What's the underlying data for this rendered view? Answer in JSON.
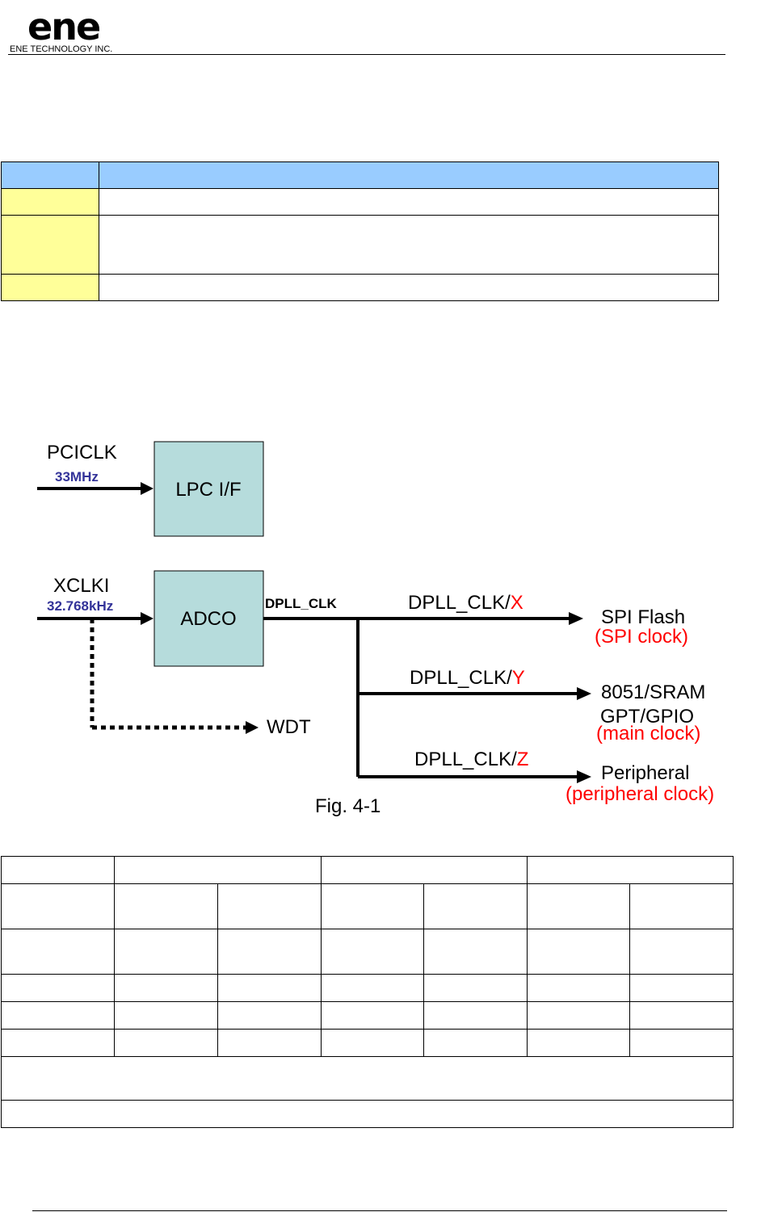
{
  "header": {
    "logo_text": "ene",
    "company": "ENE TECHNOLOGY INC."
  },
  "diagram": {
    "pciclk_label": "PCICLK",
    "pciclk_freq": "33MHz",
    "lpc_label": "LPC I/F",
    "xclki_label": "XCLKI",
    "xclki_freq": "32.768kHz",
    "adco_label": "ADCO",
    "dpll_clk": "DPLL_CLK",
    "div_prefix": "DPLL_CLK/",
    "div_x": "X",
    "div_y": "Y",
    "div_z": "Z",
    "spi_flash": "SPI Flash",
    "spi_clock": "(SPI clock)",
    "sram": "8051/SRAM",
    "gpt_gpio": "GPT/GPIO",
    "main_clock": "(main clock)",
    "peripheral": "Peripheral",
    "peripheral_clock": "(peripheral clock)",
    "wdt": "WDT",
    "caption": "Fig. 4-1"
  },
  "colors": {
    "table_header": "#99ccff",
    "table_label_cells": "#ffff99",
    "block_fill": "#b6dcdc",
    "freq_text": "#333399",
    "divisor_text": "#ff0000"
  }
}
